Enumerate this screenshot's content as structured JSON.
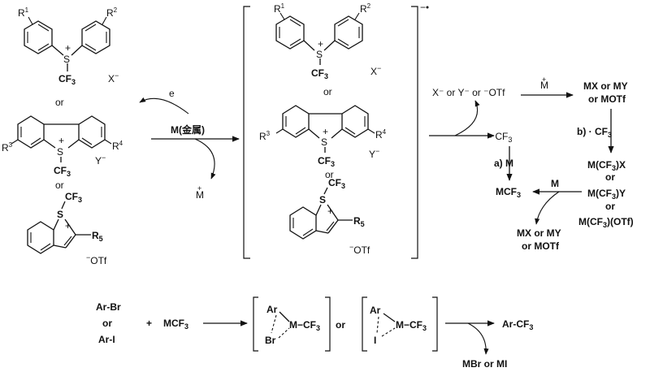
{
  "reagents": {
    "x_anion": "X",
    "y_anion": "Y",
    "otf_anion": "OTf",
    "cf3_group": "CF",
    "cf3_subscript": "3",
    "sulfur": "S",
    "plus": "+",
    "minus": "−",
    "or": "or",
    "r1": "R",
    "r1_sup": "1",
    "r2": "R",
    "r2_sup": "2",
    "r3": "R",
    "r3_sup": "3",
    "r4": "R",
    "r4_sup": "4",
    "r5": "R",
    "r5_sub": "5"
  },
  "arrows": {
    "electron": "e",
    "metal": "M(金属)",
    "metal_cation": "M",
    "anion_loss": "X⁻ or Y⁻ or ⁻OTf",
    "metal_cation_top": "M",
    "step_a": "a) M",
    "step_b": "b) · CF",
    "m_label": "M"
  },
  "products": {
    "cf3_radical": "· CF",
    "mcf3": "MCF",
    "mx_my": "MX or MY",
    "or_motf": "or MOTf",
    "mcf3x": "M(CF",
    "x_close": ")X",
    "y_close": ")Y",
    "otf_close": ")(OTf)",
    "mx_my_bottom": "MX or MY",
    "or_motf_bottom": "or MOTf"
  },
  "coupling": {
    "ar_br": "Ar-Br",
    "ar_i": "Ar-I",
    "plus_sign": "+",
    "mcf3": "MCF",
    "ar": "Ar",
    "br": "Br",
    "i": "I",
    "m_cf3": "M−CF",
    "product": "Ar-CF",
    "byproduct": "MBr or MI"
  }
}
